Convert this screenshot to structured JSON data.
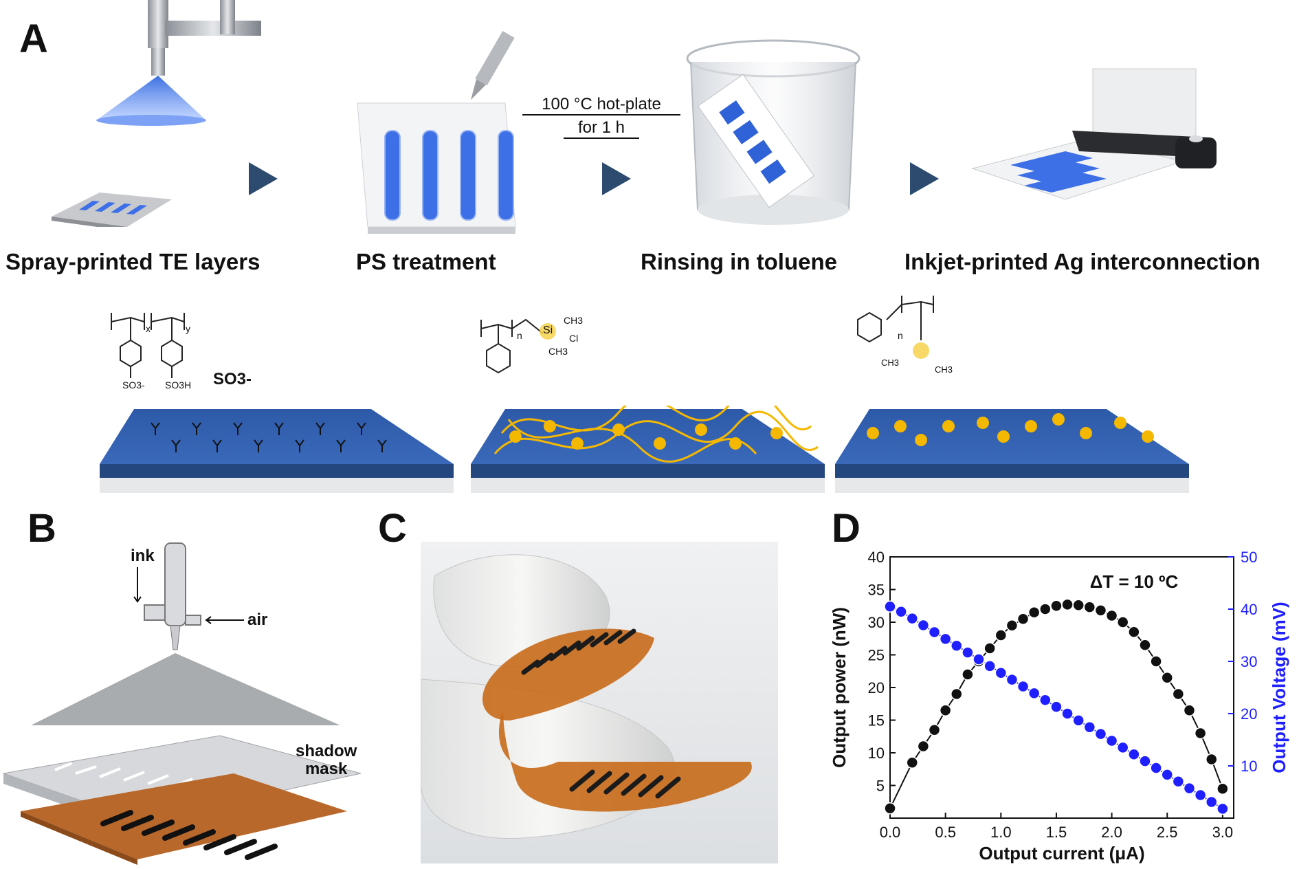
{
  "panels": {
    "a": "A",
    "b": "B",
    "c": "C",
    "d": "D"
  },
  "steps": [
    {
      "label": "Spray-printed TE layers"
    },
    {
      "label": "PS treatment"
    },
    {
      "label": "Rinsing in toluene"
    },
    {
      "label": "Inkjet-printed Ag interconnection"
    }
  ],
  "condition": {
    "line1": "100 °C hot-plate",
    "line2": "for 1  h"
  },
  "chem_labels": {
    "so3": "SO3-",
    "pss_x": "x",
    "pss_y": "y",
    "pss_so3_1": "SO3-",
    "pss_so3h": "SO3H",
    "ps_n": "n",
    "ps_ch3_top": "CH3",
    "ps_cl": "Cl",
    "ps_ch3_bottom": "CH3",
    "rs_n": "n",
    "rs_ch3_left": "CH3",
    "rs_ch3_right": "CH3",
    "si": "Si"
  },
  "panel_b": {
    "ink": "ink",
    "air": "air",
    "mask_line1": "shadow",
    "mask_line2": "mask"
  },
  "colors": {
    "arrow": "#2c4b6e",
    "film_blue": "#2f5aa8",
    "yellow": "#f5b800",
    "blue_series": "#1f1fff",
    "black_series": "#111111",
    "kapton": "#c86a1a"
  },
  "chart_data": {
    "type": "scatter",
    "annotation": "ΔT = 10 ºC",
    "xlabel": "Output current (μA)",
    "ylabel_left": "Output power (nW)",
    "ylabel_right": "Output Voltage (mV)",
    "xlim": [
      0.0,
      3.1
    ],
    "ylim_left": [
      0,
      40
    ],
    "ylim_right": [
      0,
      50
    ],
    "x_ticks": [
      "0.0",
      "0.5",
      "1.0",
      "1.5",
      "2.0",
      "2.5",
      "3.0"
    ],
    "y_left_ticks": [
      "5",
      "10",
      "15",
      "20",
      "25",
      "30",
      "35",
      "40"
    ],
    "y_right_ticks": [
      "10",
      "20",
      "30",
      "40",
      "50"
    ],
    "series": [
      {
        "axis": "left",
        "color": "#111111",
        "x": [
          0.0,
          0.2,
          0.3,
          0.4,
          0.5,
          0.6,
          0.7,
          0.8,
          0.9,
          1.0,
          1.1,
          1.2,
          1.3,
          1.4,
          1.5,
          1.6,
          1.7,
          1.8,
          1.9,
          2.0,
          2.1,
          2.2,
          2.3,
          2.4,
          2.5,
          2.6,
          2.7,
          2.8,
          2.9,
          3.0
        ],
        "y": [
          1.5,
          8.5,
          11.0,
          13.5,
          16.5,
          19.0,
          22.0,
          24.0,
          26.0,
          28.0,
          29.5,
          30.5,
          31.5,
          32.0,
          32.5,
          32.7,
          32.6,
          32.3,
          31.8,
          31.0,
          30.0,
          28.5,
          26.5,
          24.0,
          21.5,
          19.0,
          16.5,
          13.0,
          9.0,
          4.5
        ]
      },
      {
        "axis": "right",
        "color": "#1f1fff",
        "x": [
          0.0,
          0.1,
          0.2,
          0.3,
          0.4,
          0.5,
          0.6,
          0.7,
          0.8,
          0.9,
          1.0,
          1.1,
          1.2,
          1.3,
          1.4,
          1.5,
          1.6,
          1.7,
          1.8,
          1.9,
          2.0,
          2.1,
          2.2,
          2.3,
          2.4,
          2.5,
          2.6,
          2.7,
          2.8,
          2.9,
          3.0
        ],
        "y": [
          40.5,
          39.5,
          38.2,
          36.9,
          35.6,
          34.3,
          33.0,
          31.7,
          30.4,
          29.1,
          27.8,
          26.5,
          25.2,
          23.9,
          22.6,
          21.3,
          20.0,
          18.7,
          17.4,
          16.1,
          14.8,
          13.5,
          12.2,
          10.9,
          9.6,
          8.3,
          7.0,
          5.7,
          4.4,
          3.1,
          1.8
        ]
      }
    ]
  }
}
